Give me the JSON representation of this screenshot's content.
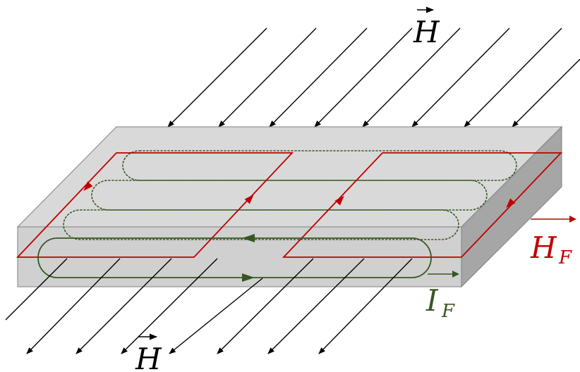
{
  "labels": {
    "field_top": {
      "text": "H",
      "color": "#000000"
    },
    "field_bottom": {
      "text": "H",
      "color": "#000000"
    },
    "induced_field": {
      "text": "H",
      "subscript": "F",
      "color": "#c00000"
    },
    "induced_current": {
      "text": "I",
      "subscript": "F",
      "color": "#385723"
    }
  },
  "colors": {
    "slab_top": "#d9d9d9",
    "slab_front": "#d0d0d0",
    "slab_side": "#a6a6a6",
    "slab_edge": "#7f7f7f",
    "field_lines": "#000000",
    "red_loop": "#c00000",
    "green_loop": "#385723"
  }
}
